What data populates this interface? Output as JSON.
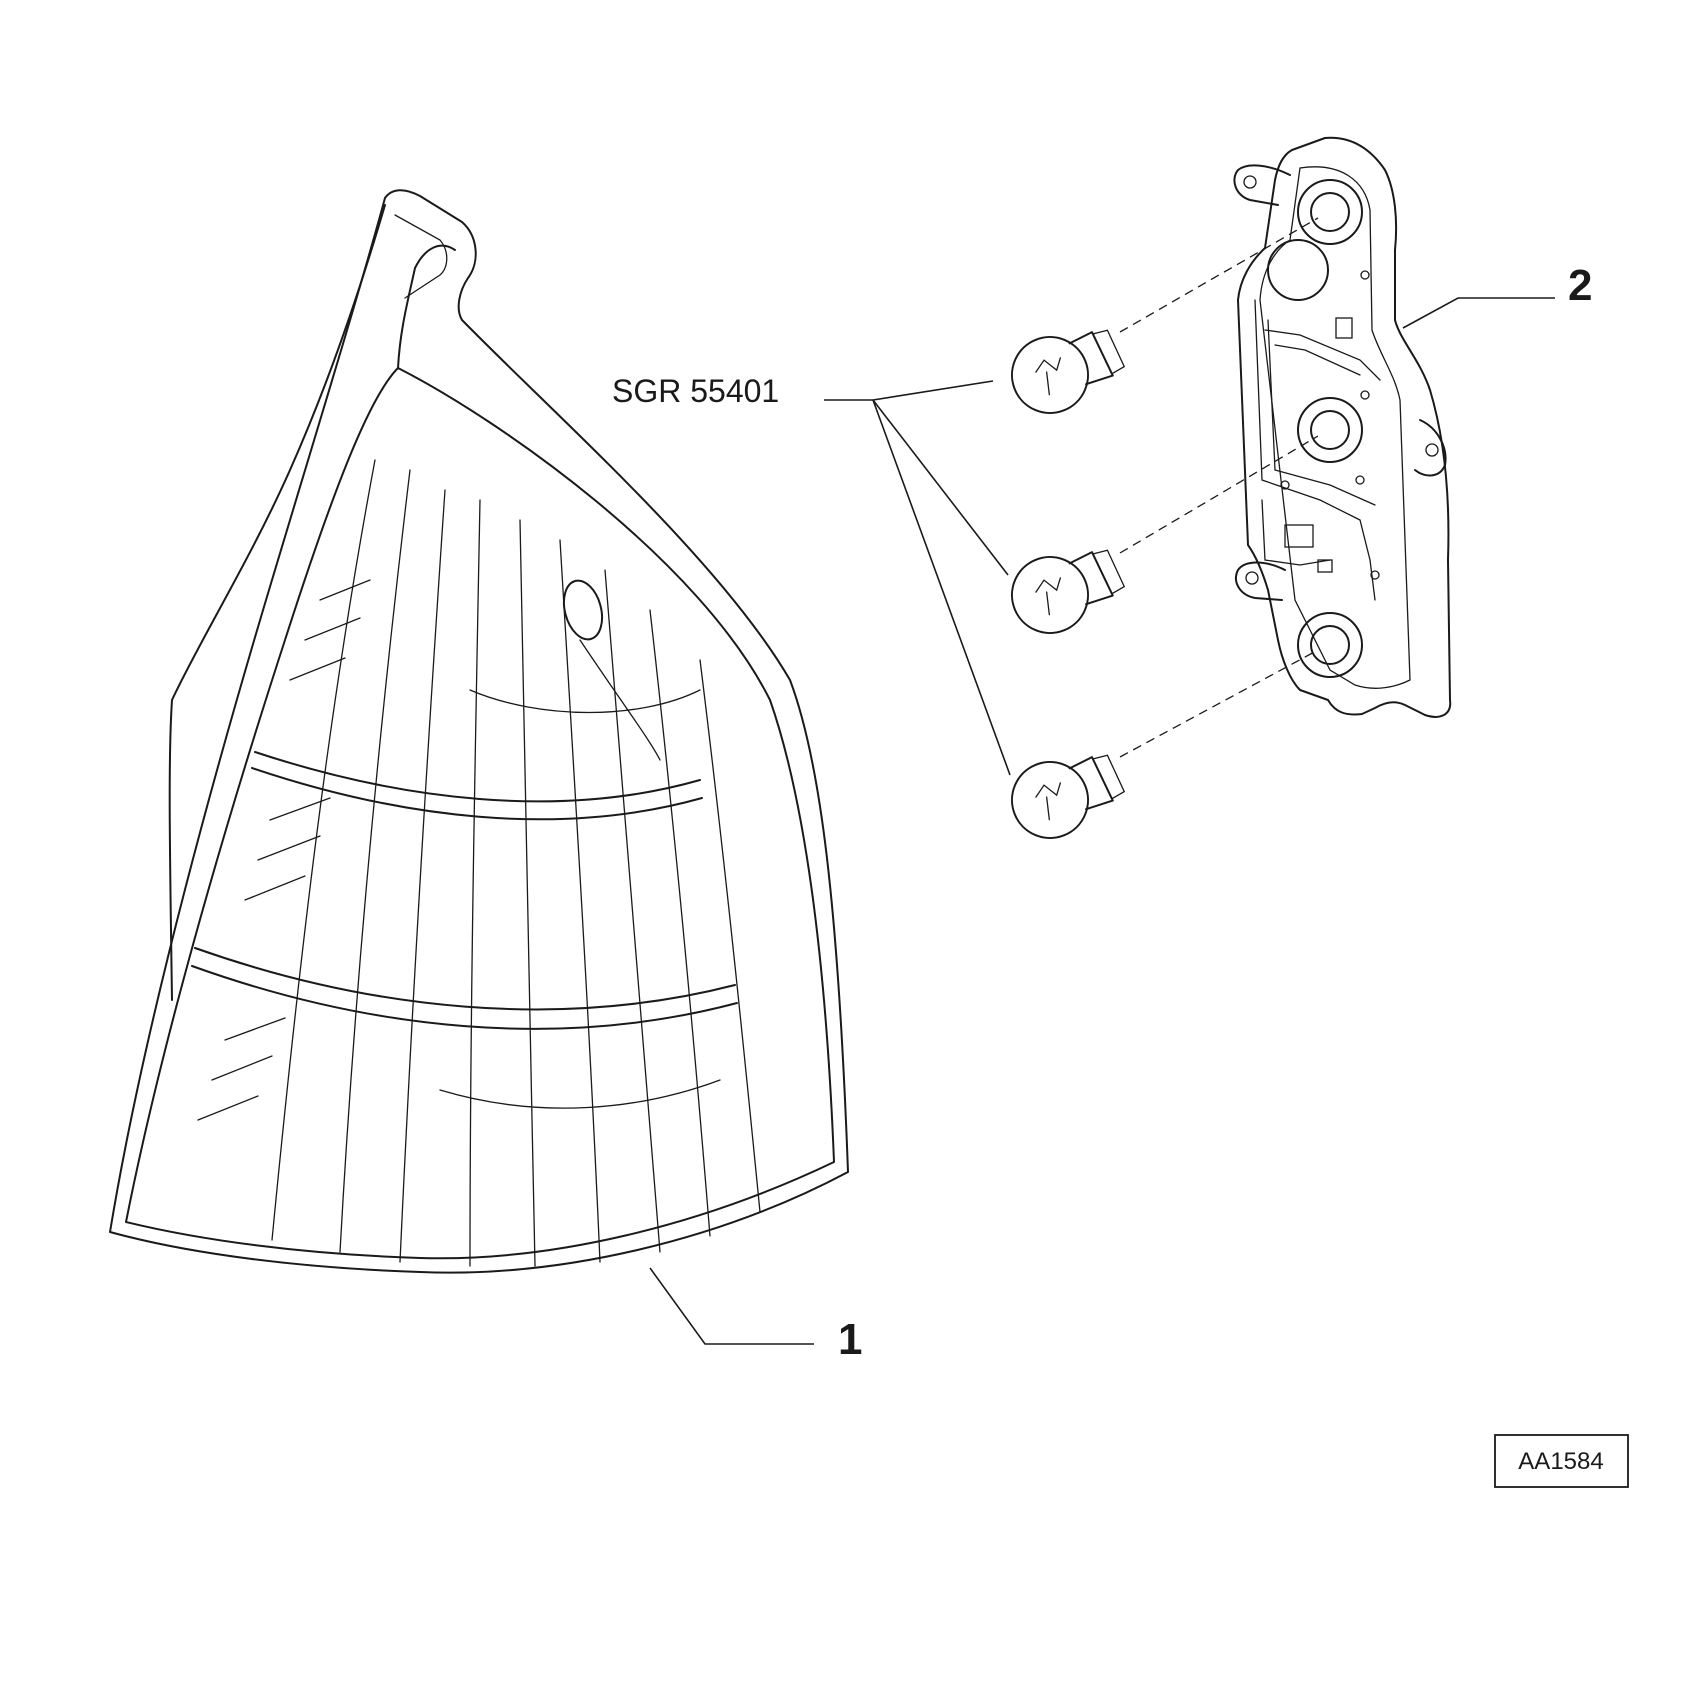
{
  "diagram": {
    "callouts": {
      "part_1": "1",
      "part_2": "2"
    },
    "bulb_reference": "SGR 55401",
    "drawing_code": "AA1584"
  }
}
